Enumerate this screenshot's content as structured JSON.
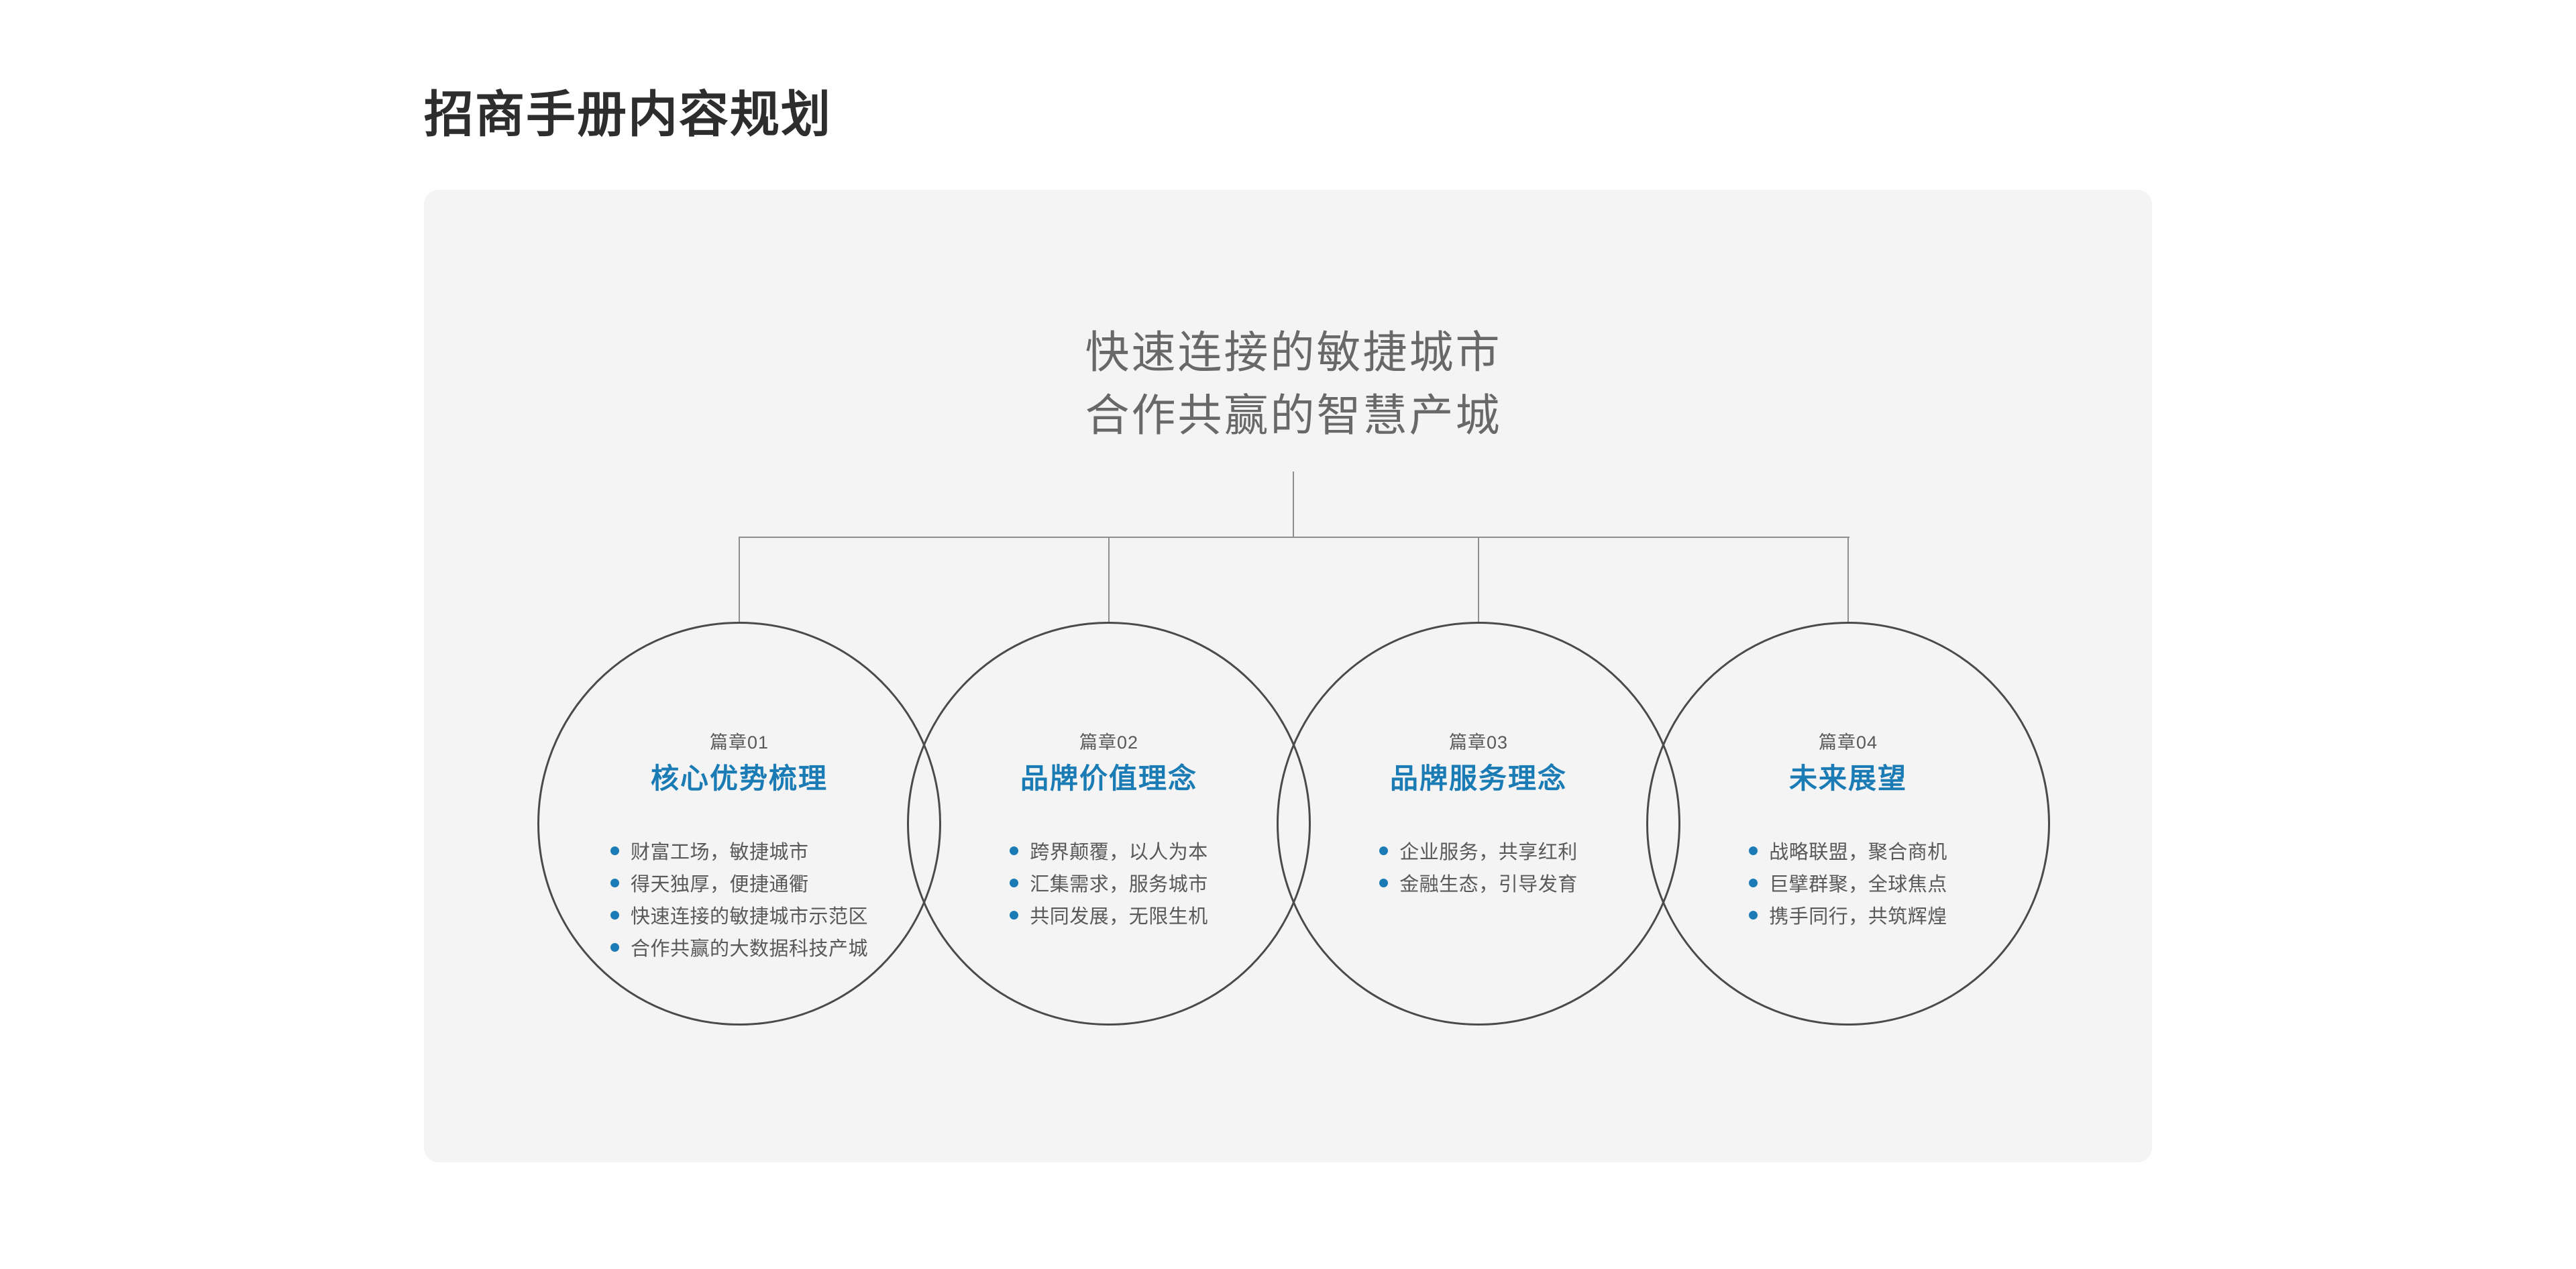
{
  "page": {
    "title": "招商手册内容规划"
  },
  "diagram": {
    "root_heading": {
      "line1": "快速连接的敏捷城市",
      "line2": "合作共赢的智慧产城"
    },
    "chapters": [
      {
        "label": "篇章01",
        "title": "核心优势梳理",
        "bullets": [
          "财富工场，敏捷城市",
          "得天独厚，便捷通衢",
          "快速连接的敏捷城市示范区",
          "合作共赢的大数据科技产城"
        ]
      },
      {
        "label": "篇章02",
        "title": "品牌价值理念",
        "bullets": [
          "跨界颠覆，以人为本",
          "汇集需求，服务城市",
          "共同发展，无限生机"
        ]
      },
      {
        "label": "篇章03",
        "title": "品牌服务理念",
        "bullets": [
          "企业服务，共享红利",
          "金融生态，引导发育"
        ]
      },
      {
        "label": "篇章04",
        "title": "未来展望",
        "bullets": [
          "战略联盟，聚合商机",
          "巨擘群聚，全球焦点",
          "携手同行，共筑辉煌"
        ]
      }
    ],
    "colors": {
      "accent_blue": "#1b7cb5",
      "panel_background": "#f4f4f4",
      "connector_gray": "#8f8f8f",
      "circle_stroke": "#4a4a4a",
      "title_dark": "#2d2d2d",
      "heading_gray": "#686868",
      "body_gray": "#595959"
    }
  }
}
